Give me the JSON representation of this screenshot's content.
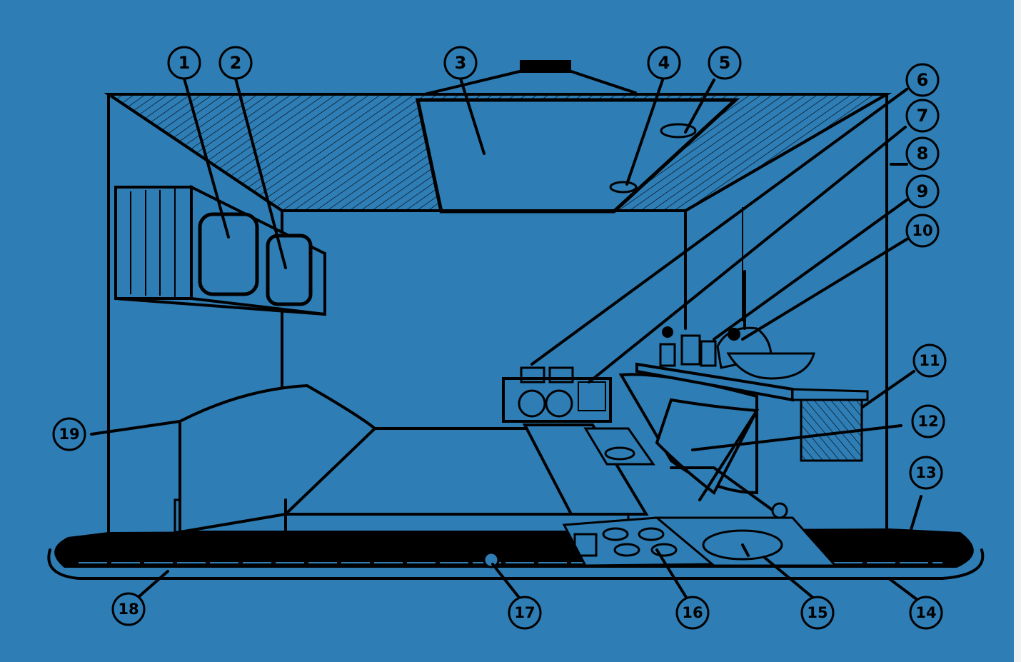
{
  "colors": {
    "background": "#2e7db5",
    "ink": "#000000"
  },
  "callouts": [
    "1",
    "2",
    "3",
    "4",
    "5",
    "6",
    "7",
    "8",
    "9",
    "10",
    "11",
    "12",
    "13",
    "14",
    "15",
    "16",
    "17",
    "18",
    "19"
  ]
}
